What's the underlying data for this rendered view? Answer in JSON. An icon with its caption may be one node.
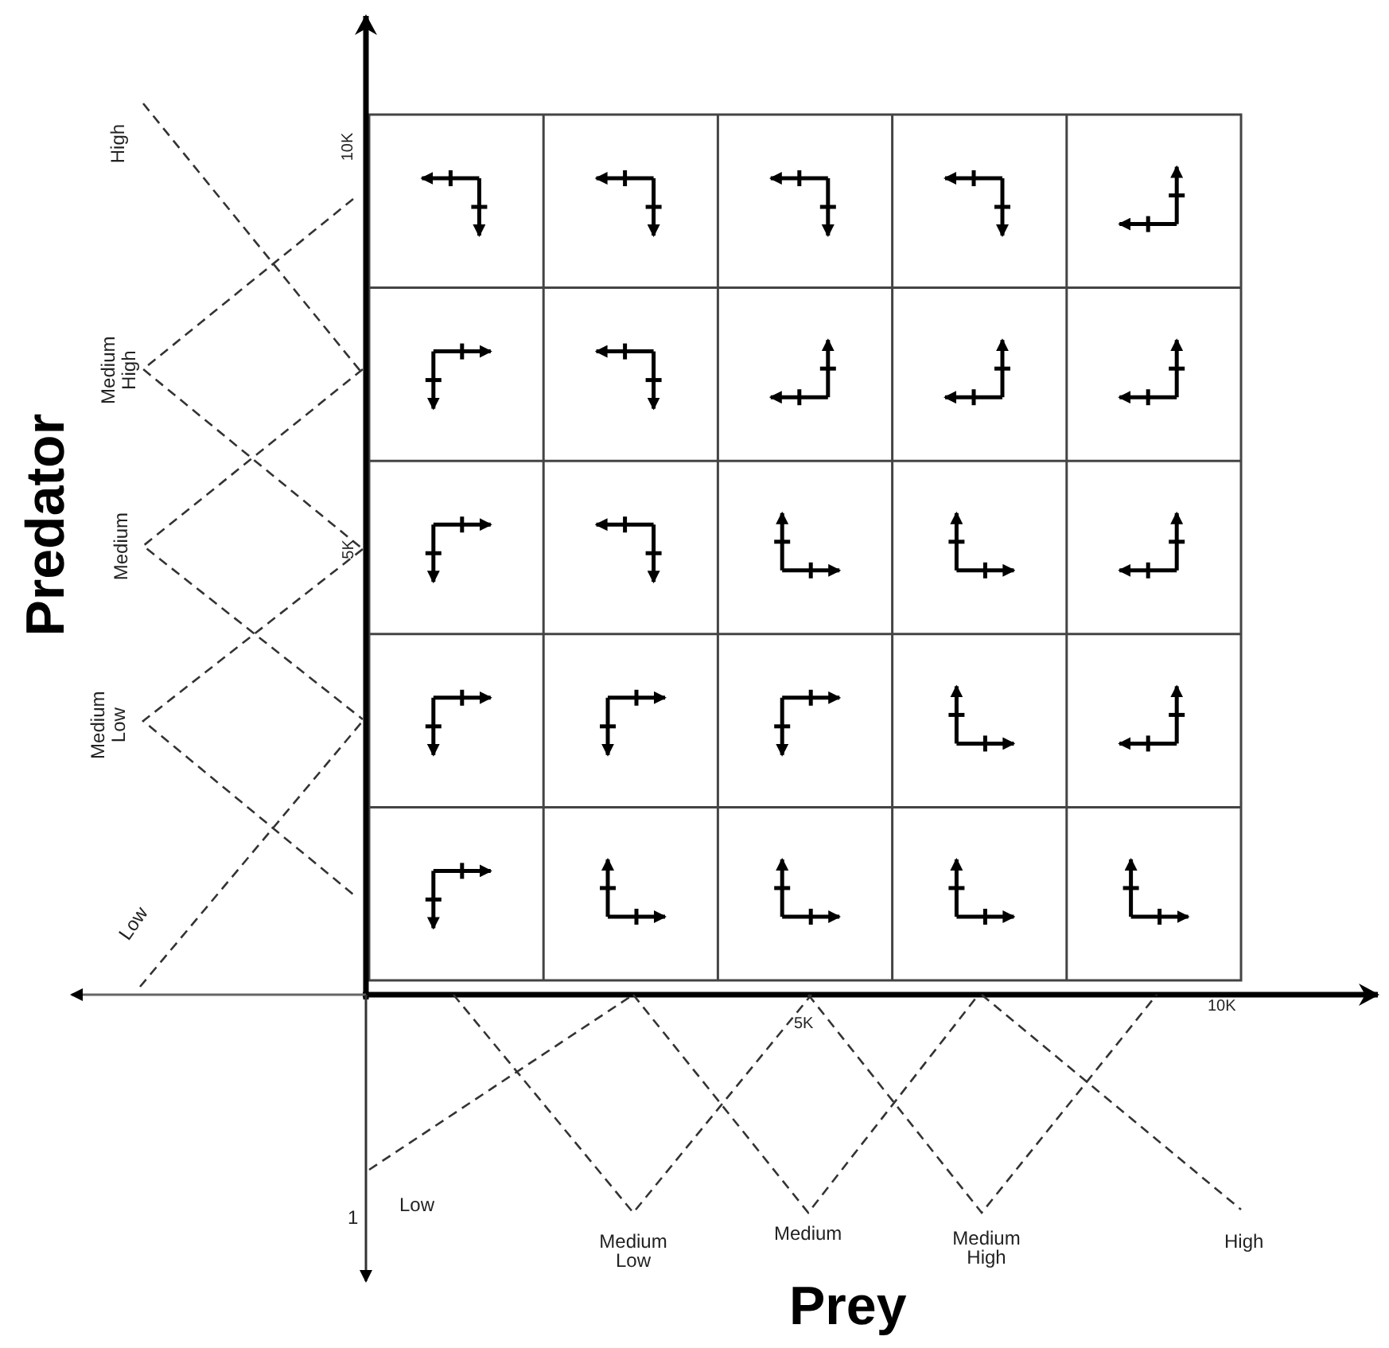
{
  "diagram": {
    "labels": [
      "10K",
      "High",
      "Medium High",
      "5K",
      "Medium",
      "Medium Low",
      "Low",
      "Predator",
      "5K",
      "10K",
      "1",
      "Low",
      "Medium Low",
      "Medium",
      "Medium High",
      "High",
      "Prey"
    ]
  }
}
